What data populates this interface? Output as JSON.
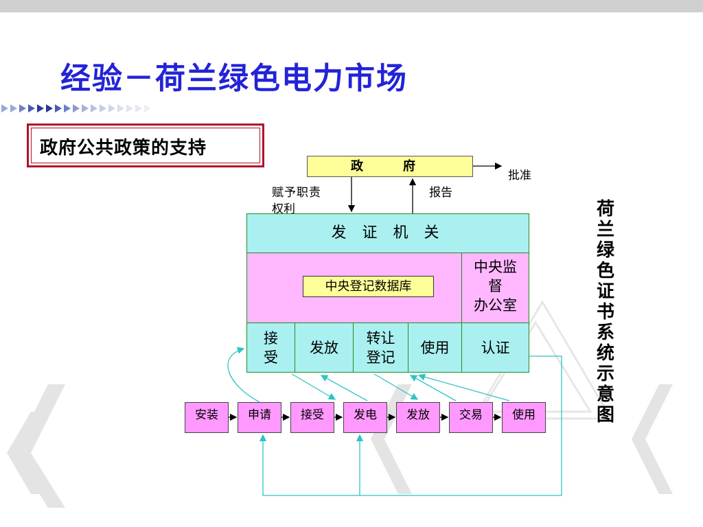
{
  "title": "经验－荷兰绿色电力市场",
  "policy_label": "政府公共政策的支持",
  "government": "政　府",
  "approve": "批准",
  "grant_line1": "赋予职责",
  "grant_line2": "权利",
  "report": "报告",
  "cert_body": "发 证 机 关",
  "central_db": "中央登记数据库",
  "supervise_line1": "中央监",
  "supervise_line2": "督",
  "supervise_line3": "办公室",
  "functions": {
    "receive_1": "接",
    "receive_2": "受",
    "issue": "发放",
    "transfer_1": "转让",
    "transfer_2": "登记",
    "use": "使用",
    "certify": "认证"
  },
  "steps": [
    "安装",
    "申请",
    "接受",
    "发电",
    "发放",
    "交易",
    "使用"
  ],
  "side_title": [
    "荷",
    "兰",
    "绿",
    "色",
    "证",
    "书",
    "系",
    "统",
    "示",
    "意",
    "图"
  ],
  "colors": {
    "title": "#2323d8",
    "cyan": "#aaf0f0",
    "pink": "#ffb8ff",
    "yellow": "#ffff99",
    "step_pink": "#ff99ff",
    "border_green": "#228b22",
    "teal_arrow": "#2ec4c4"
  }
}
